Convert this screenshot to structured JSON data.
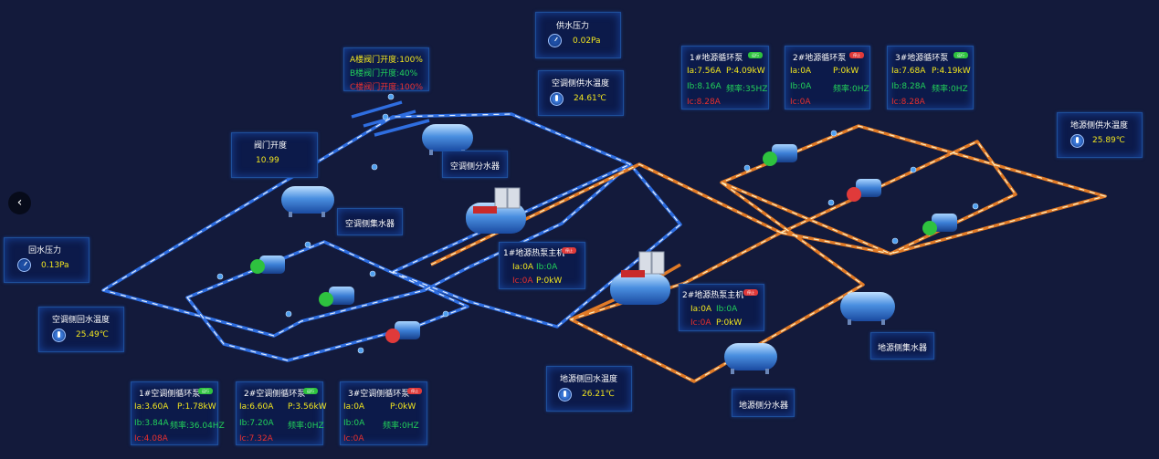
{
  "colors": {
    "background": "#131a3b",
    "pipe_blue": "#2f6ee0",
    "pipe_orange": "#e07a27",
    "value_yellow": "#f2e61f",
    "value_green": "#22d15a",
    "value_red": "#e8302e"
  },
  "nav": {
    "back_icon": "chevron-left-icon",
    "back_glyph": "‹"
  },
  "sensors": {
    "supply_pressure": {
      "title": "供水压力",
      "value": "0.02Pa"
    },
    "return_pressure": {
      "title": "回水压力",
      "value": "0.13Pa"
    },
    "valve_opening": {
      "title": "阀门开度",
      "value": "10.99"
    },
    "ac_supply_temp": {
      "title": "空调侧供水温度",
      "value": "24.61℃"
    },
    "ac_return_temp": {
      "title": "空调侧回水温度",
      "value": "25.49℃"
    },
    "geo_supply_temp": {
      "title": "地源侧供水温度",
      "value": "25.89℃"
    },
    "geo_return_temp": {
      "title": "地源侧回水温度",
      "value": "26.21℃"
    }
  },
  "valves": {
    "a": "A楼阀门开度:100%",
    "b": "B楼阀门开度:40%",
    "c": "C楼阀门开度:100%"
  },
  "equipment_labels": {
    "ac_distributor": "空调侧分水器",
    "ac_collector": "空调侧集水器",
    "geo_collector": "地源侧集水器",
    "geo_distributor": "地源侧分水器"
  },
  "heat_pumps": [
    {
      "name": "1#地源热泵主机",
      "status": "停止",
      "state": "off",
      "ia": "Ia:0A",
      "ib": "Ib:0A",
      "ic": "Ic:0A",
      "p": "P:0kW"
    },
    {
      "name": "2#地源热泵主机",
      "status": "停止",
      "state": "off",
      "ia": "Ia:0A",
      "ib": "Ib:0A",
      "ic": "Ic:0A",
      "p": "P:0kW"
    }
  ],
  "geo_pumps": [
    {
      "name": "1#地源循环泵",
      "status": "运行",
      "state": "on",
      "ia": "Ia:7.56A",
      "p": "P:4.09kW",
      "ib": "Ib:8.16A",
      "freq": "频率:35HZ",
      "ic": "Ic:8.28A"
    },
    {
      "name": "2#地源循环泵",
      "status": "停止",
      "state": "off",
      "ia": "Ia:0A",
      "p": "P:0kW",
      "ib": "Ib:0A",
      "freq": "频率:0HZ",
      "ic": "Ic:0A"
    },
    {
      "name": "3#地源循环泵",
      "status": "运行",
      "state": "on",
      "ia": "Ia:7.68A",
      "p": "P:4.19kW",
      "ib": "Ib:8.28A",
      "freq": "频率:0HZ",
      "ic": "Ic:8.28A"
    }
  ],
  "ac_pumps": [
    {
      "name": "1#空调侧循环泵",
      "status": "运行",
      "state": "on",
      "ia": "Ia:3.60A",
      "p": "P:1.78kW",
      "ib": "Ib:3.84A",
      "freq": "频率:36.04HZ",
      "ic": "Ic:4.08A"
    },
    {
      "name": "2#空调侧循环泵",
      "status": "运行",
      "state": "on",
      "ia": "Ia:6.60A",
      "p": "P:3.56kW",
      "ib": "Ib:7.20A",
      "freq": "频率:0HZ",
      "ic": "Ic:7.32A"
    },
    {
      "name": "3#空调侧循环泵",
      "status": "停止",
      "state": "off",
      "ia": "Ia:0A",
      "p": "P:0kW",
      "ib": "Ib:0A",
      "freq": "频率:0HZ",
      "ic": "Ic:0A"
    }
  ]
}
